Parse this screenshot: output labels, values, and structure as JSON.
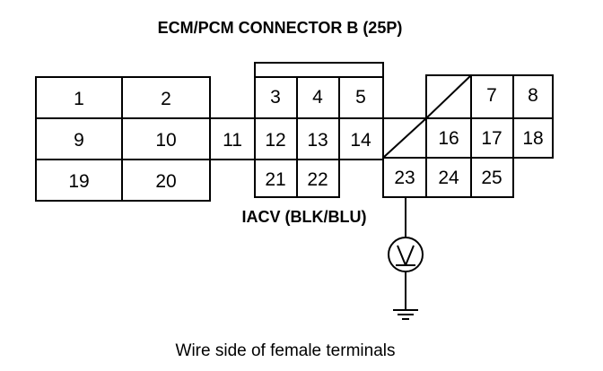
{
  "title": "ECM/PCM CONNECTOR B (25P)",
  "pins": {
    "p1": "1",
    "p2": "2",
    "p3": "3",
    "p4": "4",
    "p5": "5",
    "p7": "7",
    "p8": "8",
    "p9": "9",
    "p10": "10",
    "p11": "11",
    "p12": "12",
    "p13": "13",
    "p14": "14",
    "p16": "16",
    "p17": "17",
    "p18": "18",
    "p19": "19",
    "p20": "20",
    "p21": "21",
    "p22": "22",
    "p23": "23",
    "p24": "24",
    "p25": "25"
  },
  "iacv_label": "IACV (BLK/BLU)",
  "meter_symbol": "V",
  "caption": "Wire side of female terminals",
  "colors": {
    "line": "#000000",
    "background": "#ffffff"
  }
}
